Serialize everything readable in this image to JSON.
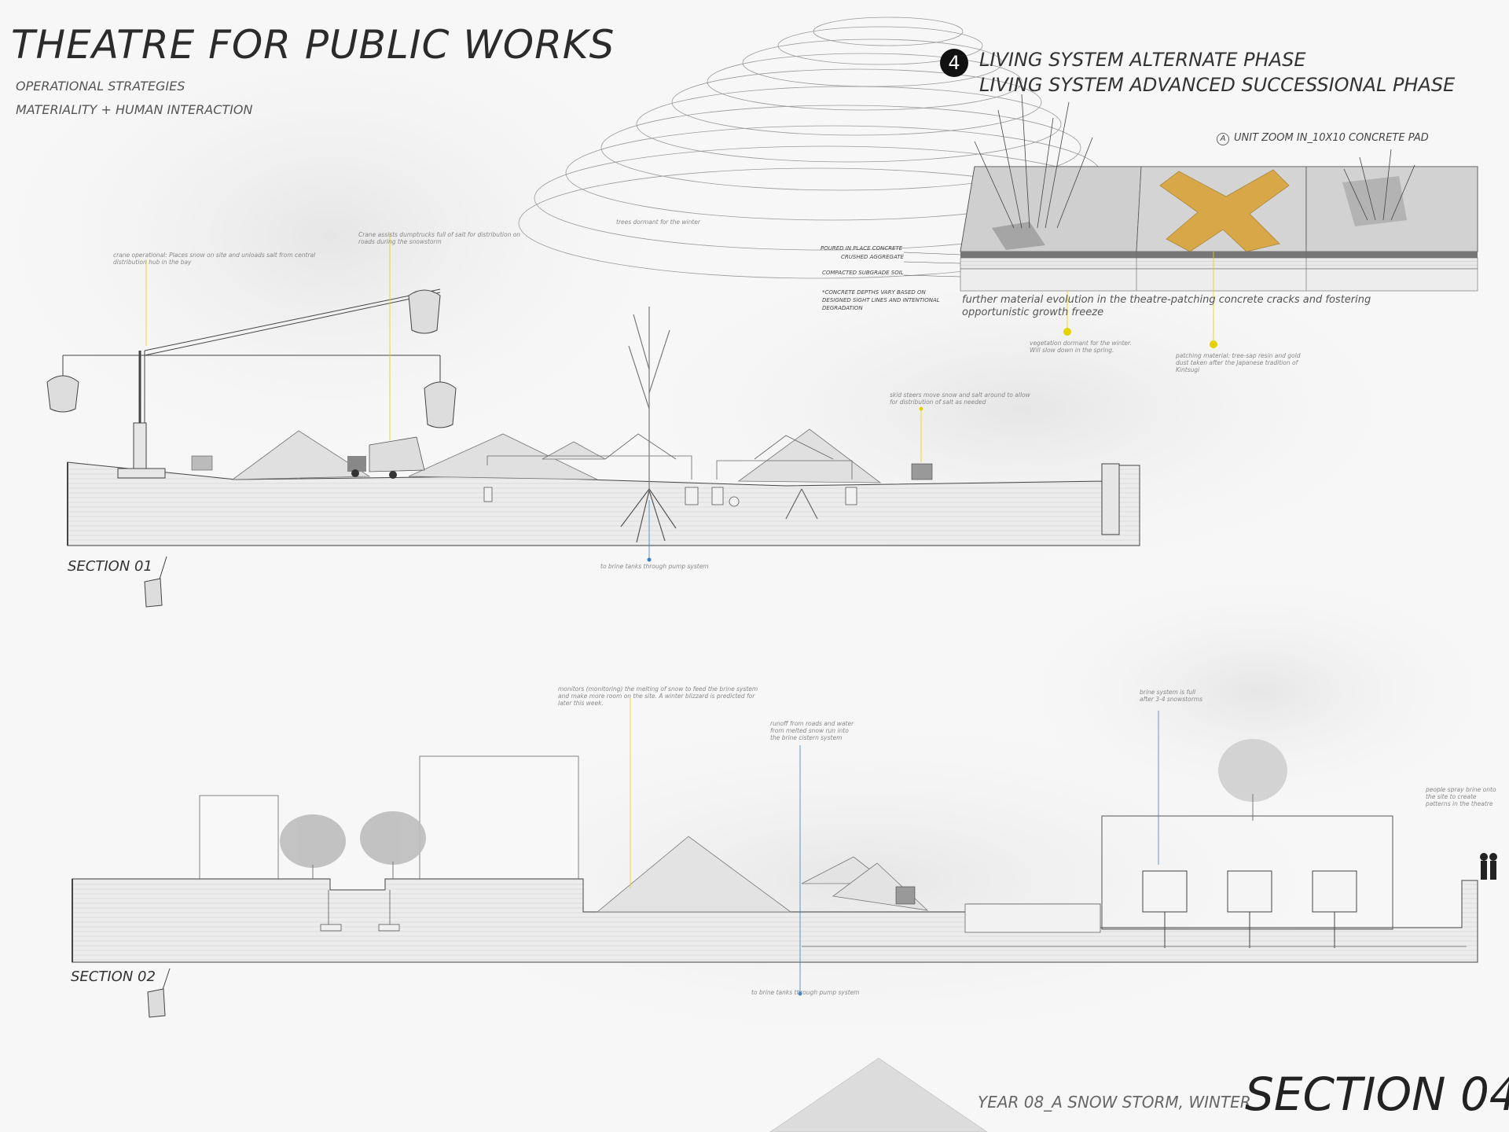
{
  "title": "THEATRE FOR PUBLIC WORKS",
  "subtitles": [
    "OPERATIONAL STRATEGIES",
    "MATERIALITY + HUMAN INTERACTION"
  ],
  "phase": {
    "number": "4",
    "line1": "LIVING SYSTEM ALTERNATE PHASE",
    "line2": "LIVING SYSTEM ADVANCED SUCCESSIONAL PHASE"
  },
  "unit_zoom": {
    "marker": "A",
    "label": "UNIT ZOOM IN_10X10 CONCRETE PAD"
  },
  "layers": [
    "POURED IN PLACE CONCRETE",
    "CRUSHED AGGREGATE",
    "COMPACTED SUBGRADE SOIL",
    "*CONCRETE DEPTHS VARY BASED ON",
    "DESIGNED SIGHT LINES AND INTENTIONAL",
    "DEGRADATION"
  ],
  "caption": "further material evolution in the theatre-patching concrete cracks and fostering opportunistic growth freeze",
  "notes": {
    "vegetation": "vegetation dormant for the winter. Will slow down in the spring.",
    "patching": "patching material: tree-sap resin and gold dust taken after the Japanese tradition of Kintsugi",
    "crane": "crane operational: Places snow on site and unloads salt from central distribution hub in the bay",
    "crane_dump": "Crane assists dumptrucks full of salt for distribution on roads during the snowstorm",
    "trees": "trees dormant for the winter",
    "skid": "skid steers move snow and salt around to allow for distribution of salt as needed",
    "brine1": "to brine tanks through pump system",
    "monitors": "monitors (monitoring) the melting of snow to feed the brine system and make more room on the site. A winter blizzard is predicted for later this week.",
    "runoff": "runoff from roads and water from melted snow run into the brine cistern system",
    "brine_full": "brine system is full after 3-4 snowstorms",
    "people": "people spray brine onto the site to create patterns in the theatre",
    "brine2": "to brine tanks through pump system"
  },
  "sections": {
    "s1": "SECTION 01",
    "s2": "SECTION 02"
  },
  "footer": {
    "year": "YEAR 08_A SNOW STORM, WINTER",
    "section": "SECTION 04"
  },
  "colors": {
    "accent_yellow": "#e6d200",
    "accent_blue": "#3a7fc4",
    "gold": "#d9a130"
  }
}
